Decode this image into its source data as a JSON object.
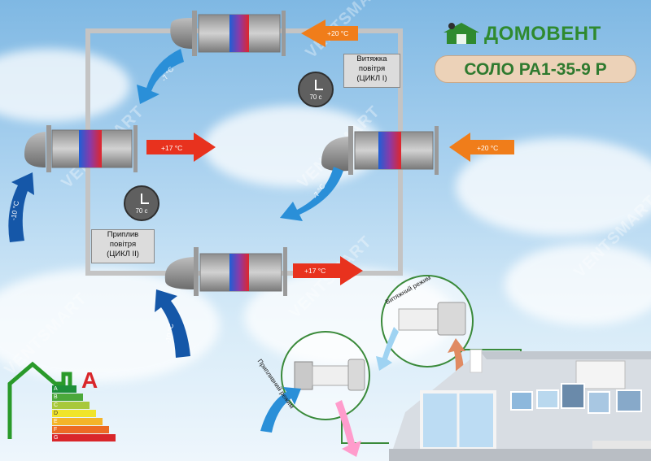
{
  "brand": {
    "name": "ДОМОВЕНТ",
    "model": "СОЛО РА1-35-9 Р"
  },
  "diagram": {
    "exhaust_label": [
      "Витяжка",
      "повітря",
      "(ЦИКЛ І)"
    ],
    "supply_label": [
      "Приплив",
      "повітря",
      "(ЦИКЛ ІІ)"
    ],
    "timers": [
      "70 с",
      "70 с"
    ],
    "temps": {
      "top_in": "+20 °C",
      "top_out": "-7 °C",
      "left_out": "+17 °C",
      "left_in": "-10 °C",
      "right_in": "+20 °C",
      "right_out": "-7 °C",
      "bottom_out": "+17 °C",
      "bottom_in": "-10 °C"
    }
  },
  "modes": {
    "supply": "Припливний режим",
    "exhaust": "Витяжний режим"
  },
  "energy": {
    "grade": "A",
    "classes": [
      "A",
      "B",
      "C",
      "D",
      "E",
      "F",
      "G"
    ]
  },
  "watermark": "VENTSMART",
  "colors": {
    "brand_green": "#2f8a2f",
    "arrow_red": "#e8321e",
    "arrow_orange": "#f07d1a",
    "arrow_blue_light": "#2a8fd8",
    "arrow_blue_dark": "#1557a8",
    "grade_red": "#d9262a"
  }
}
